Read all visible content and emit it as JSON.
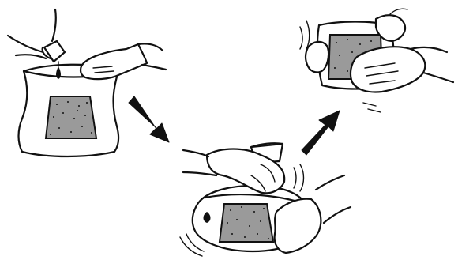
{
  "figure": {
    "description_steps": [
      {
        "id": "step-1",
        "icon": "pour-liquid-into-bag"
      },
      {
        "id": "step-2",
        "icon": "shake-bag-with-hands"
      },
      {
        "id": "step-3",
        "icon": "rub-pad-with-hands"
      }
    ],
    "arrows": [
      {
        "id": "arrow-1-to-2",
        "direction": "down-right"
      },
      {
        "id": "arrow-2-to-3",
        "direction": "up-right"
      }
    ],
    "colors": {
      "ink": "#111111",
      "pad_fill": "#9a9a9a",
      "background": "#ffffff"
    }
  }
}
